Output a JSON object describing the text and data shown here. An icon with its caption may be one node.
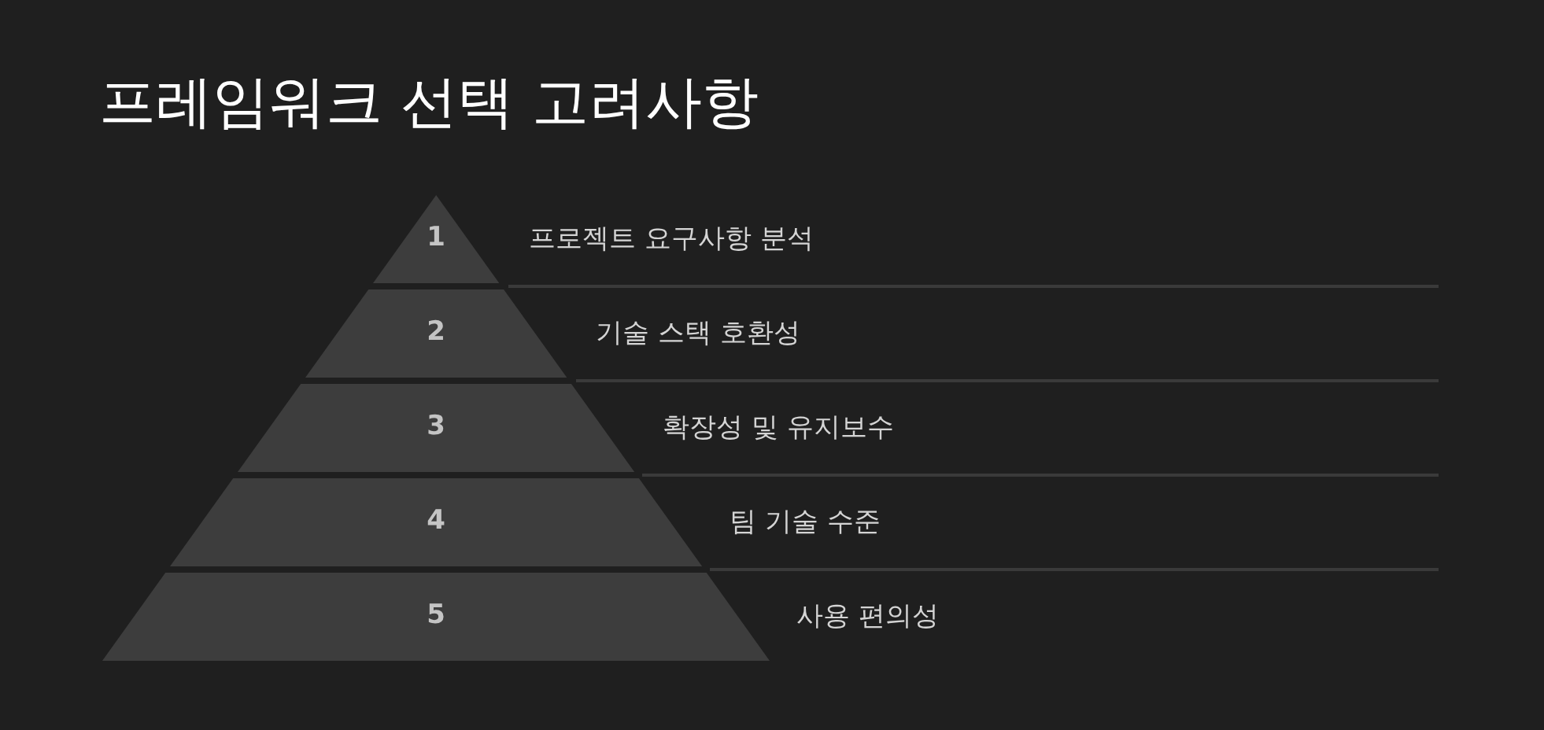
{
  "diagram": {
    "title": "프레임워크 선택 고려사항",
    "nodes": [
      {
        "text": [
          "1"
        ],
        "beside": [
          "프로젝트 요구사항 분석"
        ]
      },
      {
        "text": [
          "2"
        ],
        "beside": [
          "기술 스택 호환성"
        ]
      },
      {
        "text": [
          "3"
        ],
        "beside": [
          "확장성 및 유지보수"
        ]
      },
      {
        "text": [
          "4"
        ],
        "beside": [
          "팀 기술 수준"
        ]
      },
      {
        "text": [
          "5"
        ],
        "beside": [
          "사용 편의성"
        ]
      }
    ]
  }
}
